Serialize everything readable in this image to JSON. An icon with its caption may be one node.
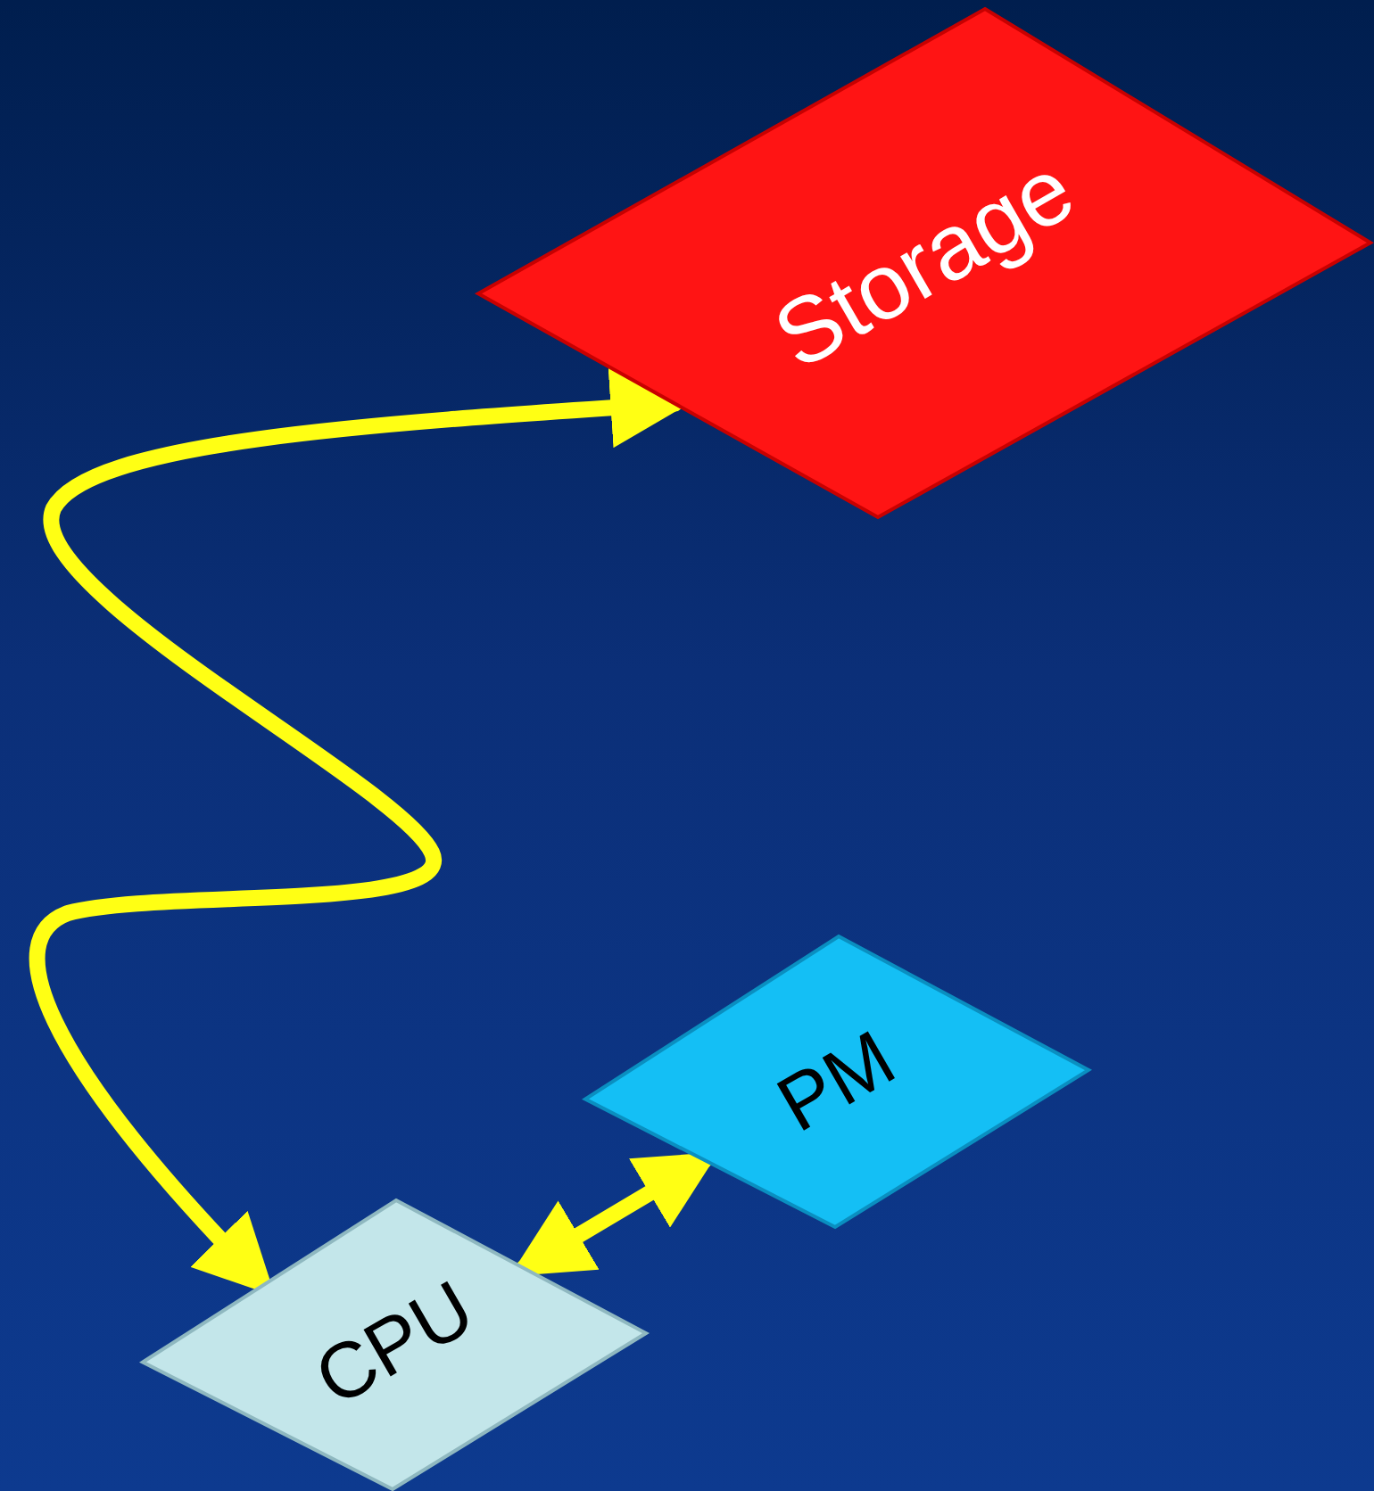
{
  "diagram": {
    "nodes": [
      {
        "text": [
          "Storage"
        ]
      },
      {
        "text": [
          "PM"
        ]
      },
      {
        "text": [
          "CPU"
        ]
      }
    ],
    "edges": [
      {
        "from": 0,
        "to": 2,
        "arrow": "both"
      },
      {
        "from": 1,
        "to": 2,
        "arrow": "both"
      }
    ]
  }
}
